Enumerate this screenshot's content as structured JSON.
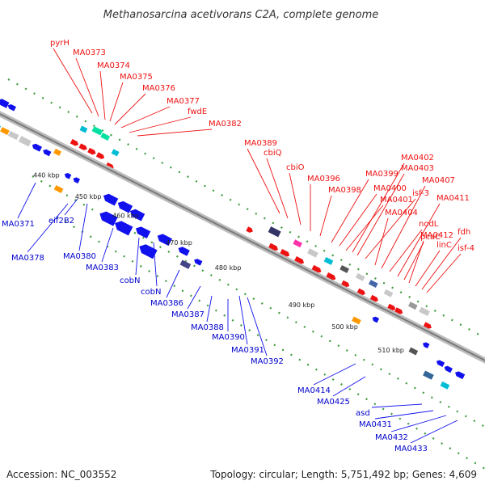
{
  "title": "Methanosarcina acetivorans C2A, complete genome",
  "footer": {
    "accession": "Accession: NC_003552",
    "topology": "Topology: circular; Length: 5,751,492 bp; Genes: 4,609"
  },
  "colors": {
    "forward": "#ee1111",
    "reverse": "#1111ee",
    "backbone": "#8a8a8a",
    "tick": "#117711"
  },
  "kbp_ticks": [
    {
      "label": "440 kbp"
    },
    {
      "label": "450 kbp"
    },
    {
      "label": "460 kbp"
    },
    {
      "label": "470 kbp"
    },
    {
      "label": "480 kbp"
    },
    {
      "label": "490 kbp"
    },
    {
      "label": "500 kbp"
    },
    {
      "label": "510 kbp"
    }
  ],
  "forward_labels": [
    "pyrH",
    "MA0373",
    "MA0374",
    "MA0375",
    "MA0376",
    "MA0377",
    "fwdE",
    "MA0382",
    "MA0389",
    "cbiQ",
    "cbiO",
    "MA0396",
    "MA0398",
    "MA0399",
    "MA0400",
    "MA0401",
    "MA0402",
    "MA0403",
    "isf-3",
    "MA0404",
    "MA0407",
    "nodL",
    "MA0411",
    "pcaC",
    "MA0412",
    "linC",
    "fdh",
    "isf-4"
  ],
  "reverse_labels": [
    "MA0371",
    "eif2B2",
    "MA0378",
    "MA0380",
    "MA0383",
    "cobN",
    "cobN",
    "MA0386",
    "MA0387",
    "MA0388",
    "MA0390",
    "MA0391",
    "MA0392",
    "MA0414",
    "MA0425",
    "asd",
    "MA0431",
    "MA0432",
    "MA0433"
  ]
}
